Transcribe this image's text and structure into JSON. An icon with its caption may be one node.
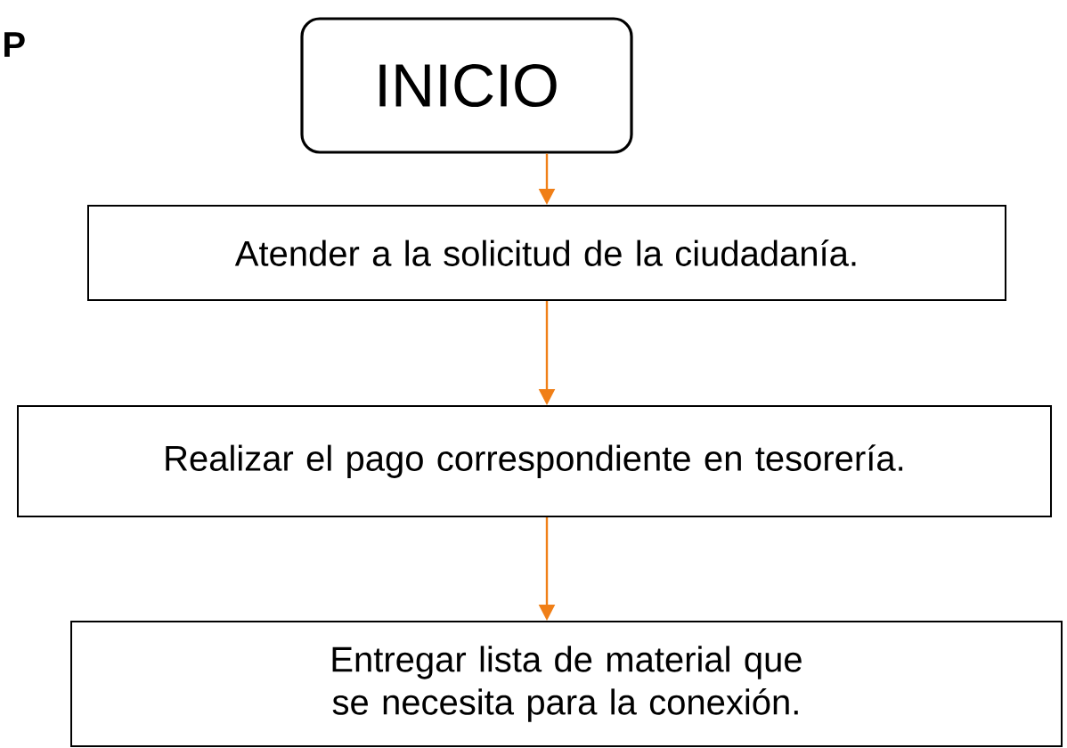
{
  "diagram": {
    "nodes": [
      {
        "text": [
          "INICIO"
        ]
      },
      {
        "text": [
          "Atender a la solicitud de la ciudadanía."
        ]
      },
      {
        "text": [
          "Realizar el pago correspondiente en tesorería."
        ]
      },
      {
        "text": [
          "Entregar lista de material que se necesita para la conexión."
        ]
      }
    ],
    "edges": [
      {
        "from": 0,
        "to": 1,
        "arrow": "to"
      },
      {
        "from": 1,
        "to": 2,
        "arrow": "to"
      },
      {
        "from": 2,
        "to": 3,
        "arrow": "to"
      }
    ],
    "labels": [
      "P"
    ]
  }
}
